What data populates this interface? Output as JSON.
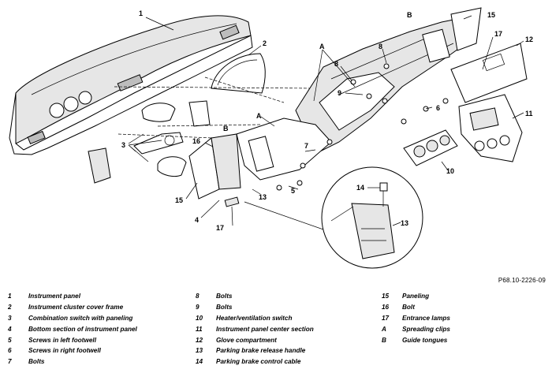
{
  "drawing_code": "P68.10-2226-09",
  "callouts": {
    "c1": "1",
    "c2": "2",
    "c3": "3",
    "c4": "4",
    "c5": "5",
    "c6": "6",
    "c7": "7",
    "c8a": "8",
    "c8b": "8",
    "c9": "9",
    "c10": "10",
    "c11": "11",
    "c12": "12",
    "c13a": "13",
    "c13b": "13",
    "c14": "14",
    "c15a": "15",
    "c15b": "15",
    "c16": "16",
    "c17a": "17",
    "c17b": "17",
    "cAa": "A",
    "cAb": "A",
    "cBa": "B",
    "cBb": "B"
  },
  "legend": {
    "col1": [
      {
        "num": "1",
        "label": "Instrument panel"
      },
      {
        "num": "2",
        "label": "Instrument cluster cover frame"
      },
      {
        "num": "3",
        "label": "Combination switch with paneling"
      },
      {
        "num": "4",
        "label": "Bottom section of instrument panel"
      },
      {
        "num": "5",
        "label": "Screws in left footwell"
      },
      {
        "num": "6",
        "label": "Screws in right footwell"
      },
      {
        "num": "7",
        "label": "Bolts"
      }
    ],
    "col2": [
      {
        "num": "8",
        "label": "Bolts"
      },
      {
        "num": "9",
        "label": "Bolts"
      },
      {
        "num": "10",
        "label": "Heater/ventilation switch"
      },
      {
        "num": "11",
        "label": "Instrument panel center section"
      },
      {
        "num": "12",
        "label": "Glove compartment"
      },
      {
        "num": "13",
        "label": "Parking brake release handle"
      },
      {
        "num": "14",
        "label": "Parking brake control cable"
      }
    ],
    "col3": [
      {
        "num": "15",
        "label": "Paneling"
      },
      {
        "num": "16",
        "label": "Bolt"
      },
      {
        "num": "17",
        "label": "Entrance lamps"
      },
      {
        "num": "A",
        "label": "Spreading clips"
      },
      {
        "num": "B",
        "label": "Guide tongues"
      }
    ]
  }
}
